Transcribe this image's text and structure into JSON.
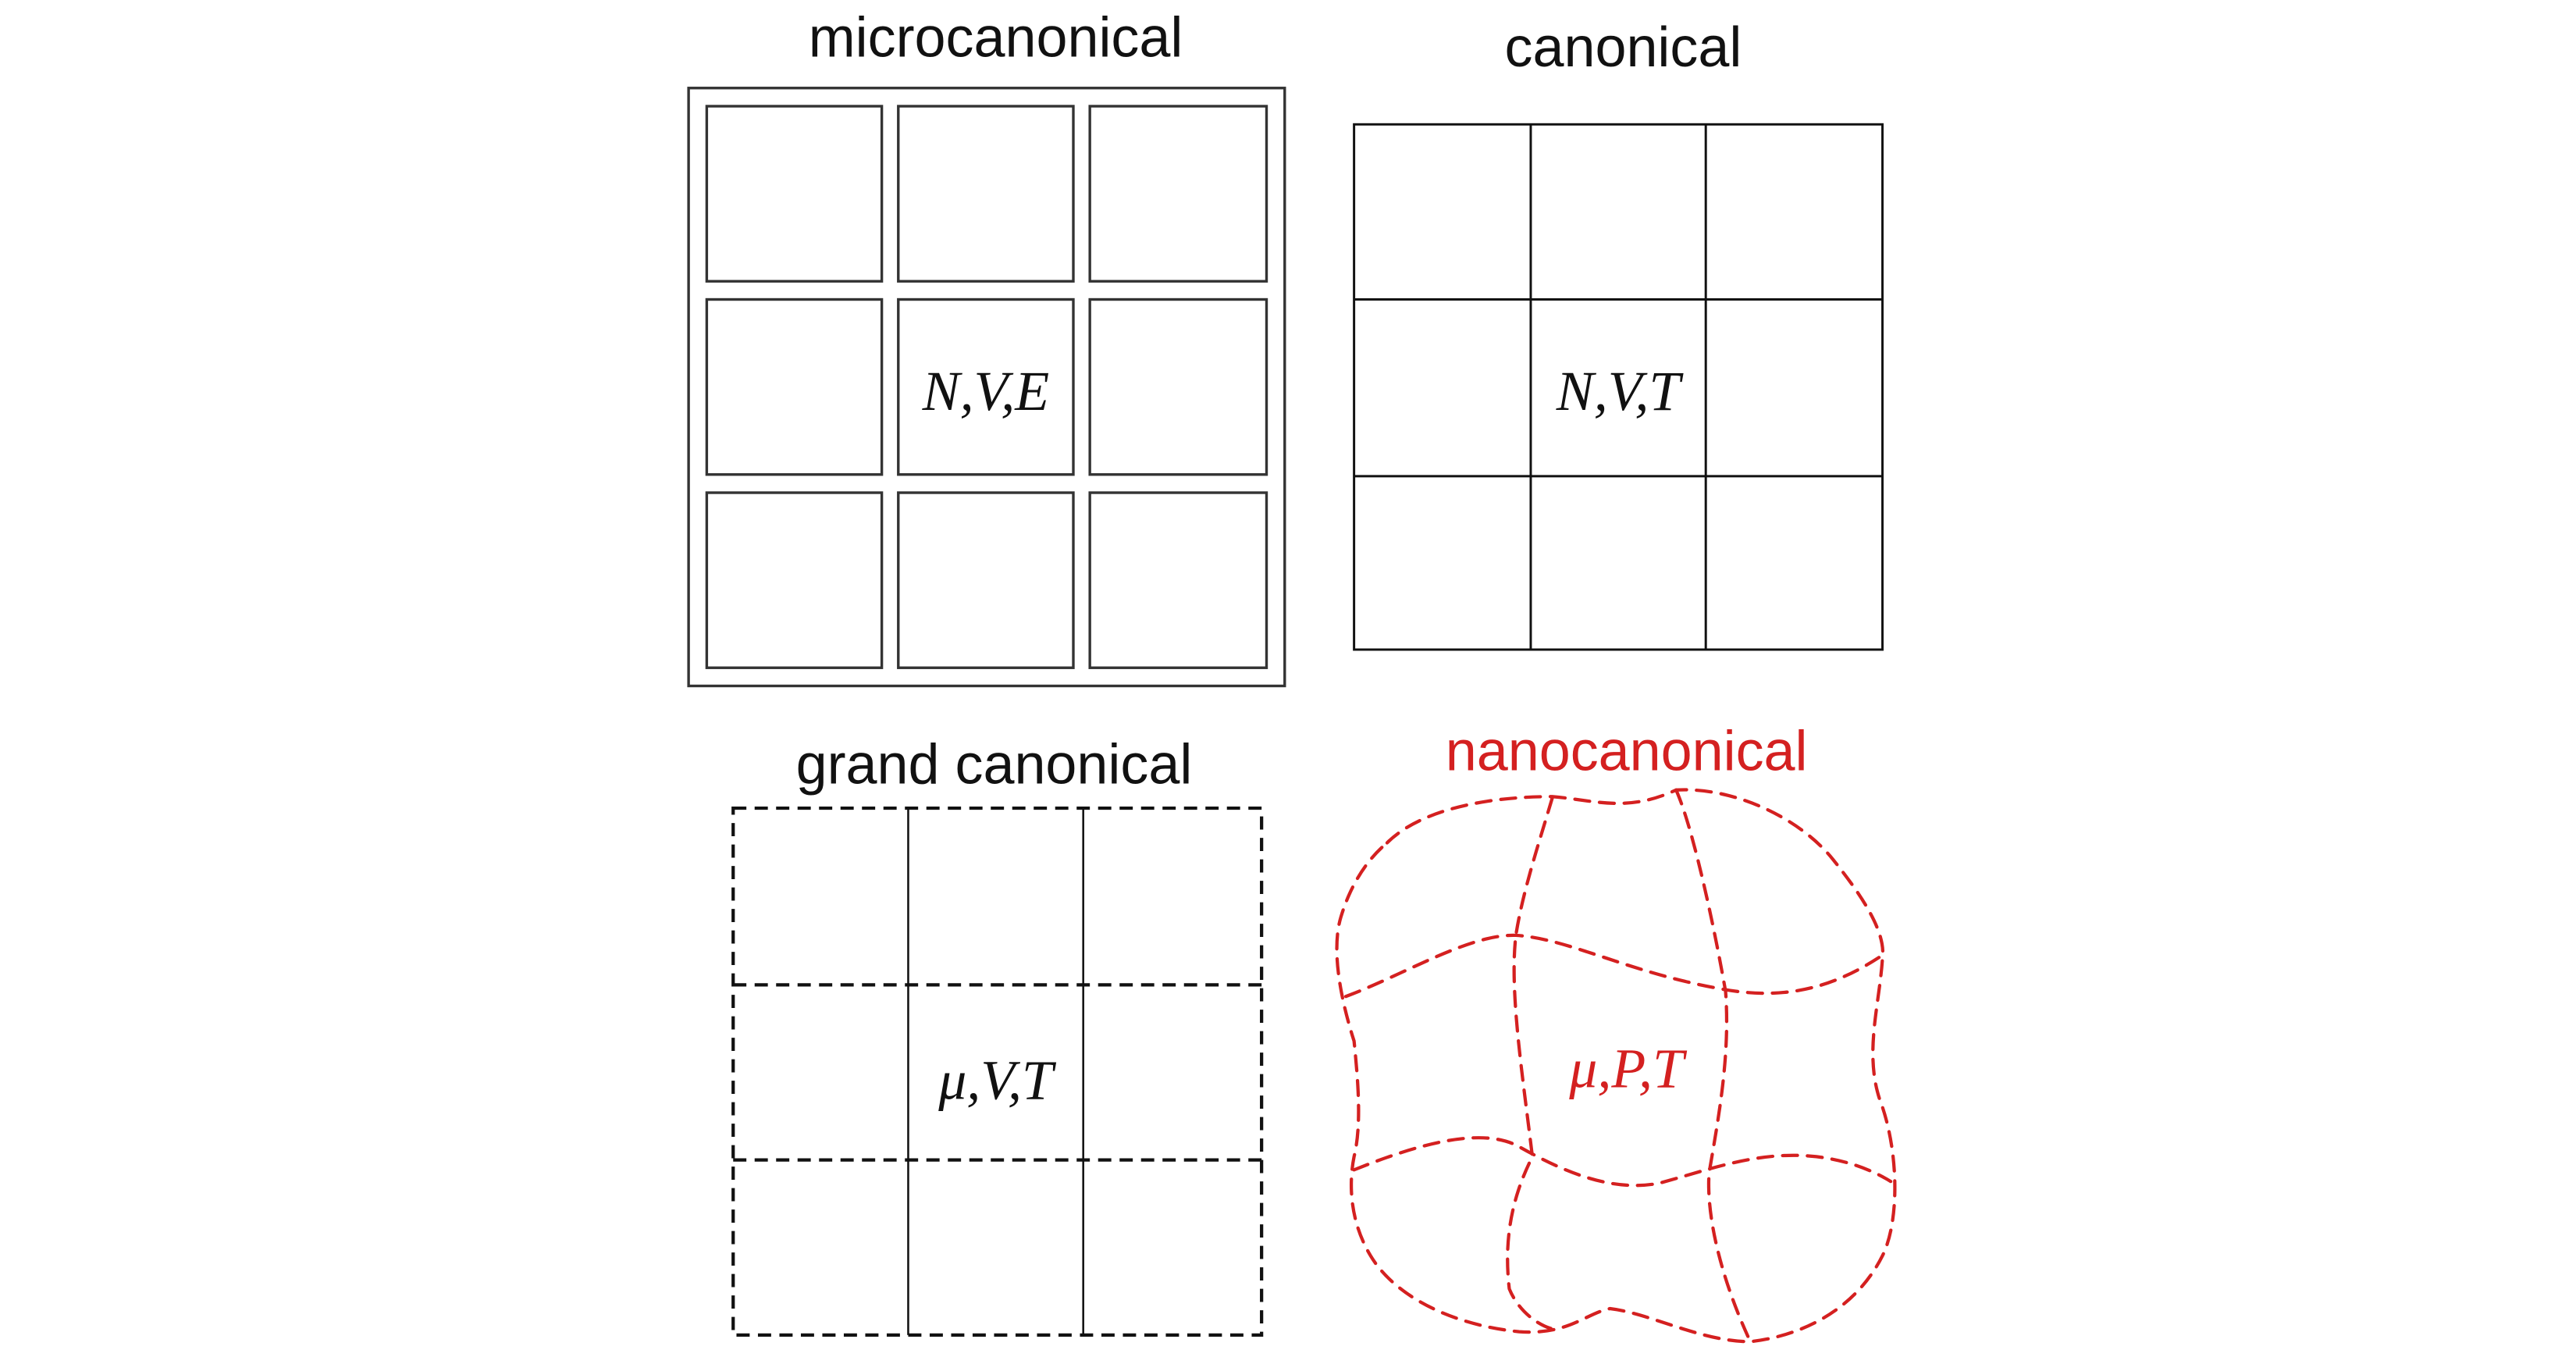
{
  "panels": {
    "microcanonical": {
      "title": "microcanonical",
      "label": "N,V,E"
    },
    "canonical": {
      "title": "canonical",
      "label": "N,V,T"
    },
    "grand_canonical": {
      "title": "grand canonical",
      "label": "μ,V,T"
    },
    "nanocanonical": {
      "title": "nanocanonical",
      "label": "μ,P,T"
    }
  },
  "colors": {
    "text": "#111111",
    "accent_red": "#d42020"
  }
}
